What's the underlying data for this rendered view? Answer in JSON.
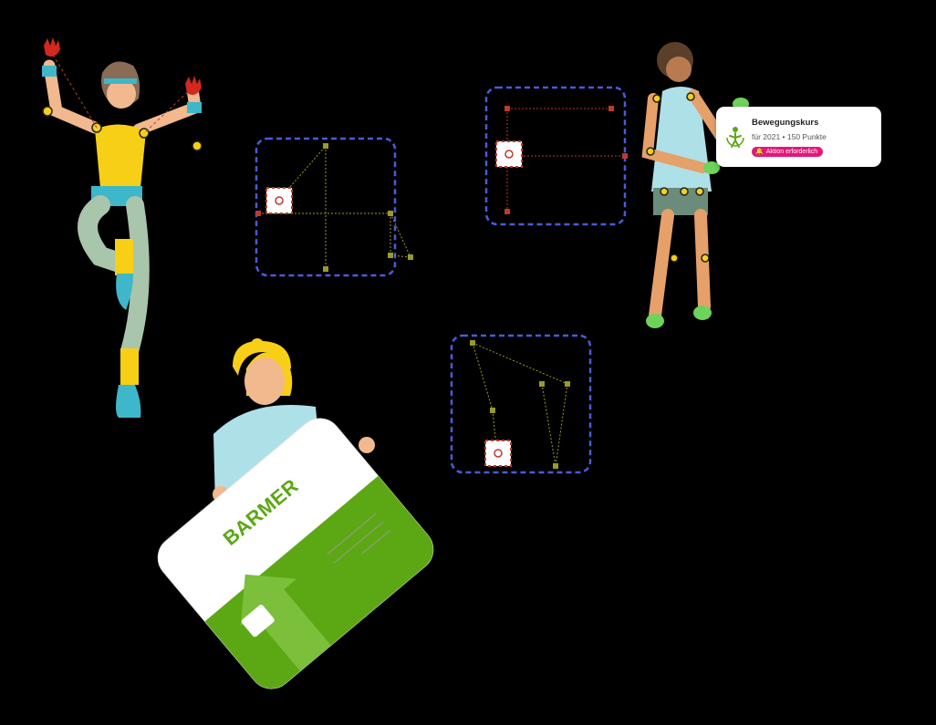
{
  "card": {
    "title": "Bewegungskurs",
    "subtitle": "für 2021 • 150 Punkte",
    "badge": "Aktion erforderlich",
    "icon": "person-icon",
    "badge_icon": "bell-icon",
    "accent_color": "#e2177a",
    "icon_color": "#5ca814"
  },
  "health_card": {
    "brand": "BARMER",
    "brand_color": "#5ca814",
    "chip_icon": "chip-icon"
  },
  "colors": {
    "background": "#000000",
    "frame_border": "#4a5ad8",
    "rig_joint": "#f3c623",
    "rig_handle": "#c0392b"
  }
}
